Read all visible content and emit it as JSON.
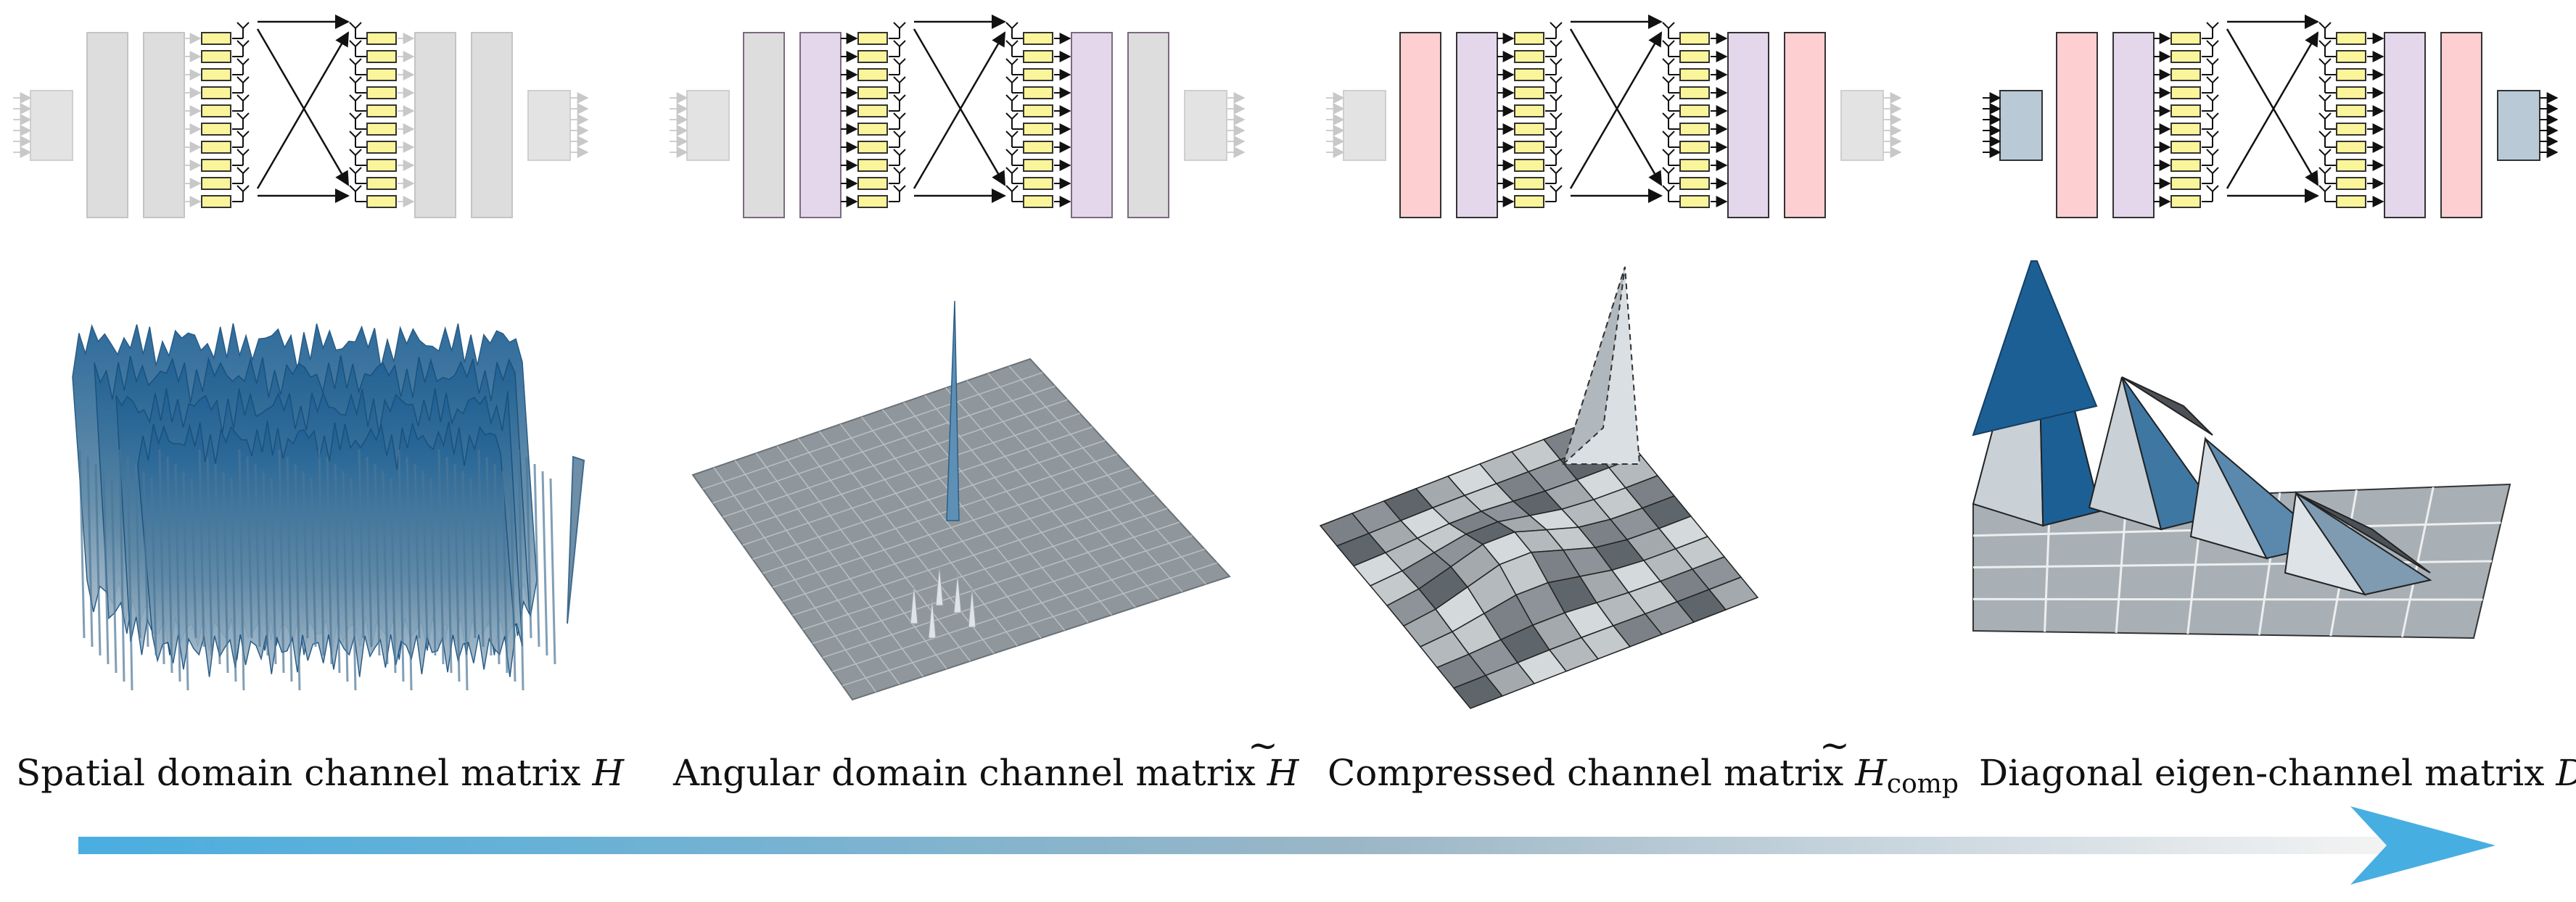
{
  "panels": [
    {
      "caption": "Spatial domain channel matrix",
      "symbol": "H",
      "symbol_accent": "",
      "symbol_subscript": "",
      "surface": "dense-rough",
      "colors": {
        "left": "#dddddd",
        "mid": "#dddddd",
        "right": "#dddddd",
        "edge": "#c4c4c4"
      }
    },
    {
      "caption": "Angular domain channel matrix",
      "symbol": "H",
      "symbol_accent": "~",
      "symbol_subscript": "",
      "surface": "flat-spiky",
      "colors": {
        "left": "#dddddd",
        "mid": "#e4d7ec",
        "right": "#dddddd",
        "edge": "#7a6b80"
      }
    },
    {
      "caption": "Compressed channel matrix",
      "symbol": "H",
      "symbol_accent": "~",
      "symbol_subscript": "comp",
      "surface": "coarse-grid",
      "colors": {
        "left": "#fdcfd1",
        "mid": "#e4d7ec",
        "right": "#fdcfd1",
        "edge": "#333333"
      }
    },
    {
      "caption": "Diagonal eigen-channel matrix",
      "symbol": "D",
      "symbol_accent": "",
      "symbol_subscript": "",
      "surface": "diagonal-peaks",
      "colors": {
        "left": "#fdcfd1",
        "mid": "#e4d7ec",
        "right": "#fdcfd1",
        "edge": "#333333",
        "end": "#b9c9d6"
      }
    }
  ],
  "arrow": {
    "from": "#4aaee0",
    "to": "#f2f2f2",
    "head": "#47aee2"
  },
  "colors": {
    "rf_chain": "#faf59a",
    "rf_border": "#333333",
    "surface_blue": "#1c5f95",
    "surface_grey": "#9aa2a8"
  }
}
